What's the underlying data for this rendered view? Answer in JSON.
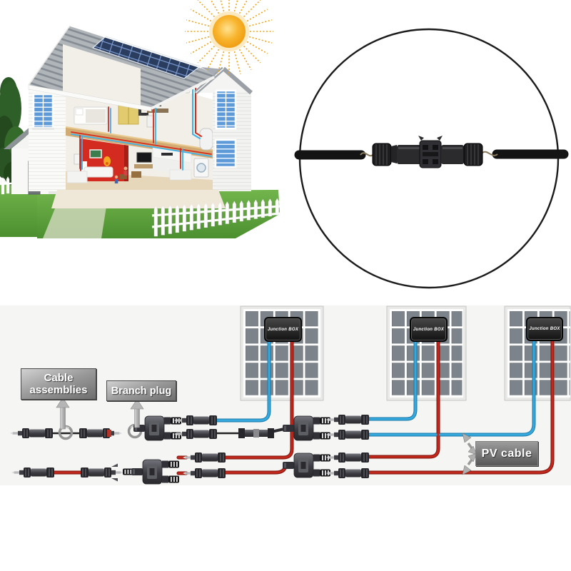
{
  "callouts": {
    "cable_assemblies": "Cable assemblies",
    "branch_plug": "Branch plug",
    "pv_cable": "PV cable"
  },
  "panels": [
    {
      "junction_box_label": "Junction BOX"
    },
    {
      "junction_box_label": "Junction BOX"
    },
    {
      "junction_box_label": "Junction BOX"
    }
  ],
  "colors": {
    "wire_positive_red": "#c1271b",
    "wire_negative_blue": "#35a8dd",
    "panel_cell_gray": "#7d838a",
    "solar_roof_blue": "#2b3d5e",
    "sun_orange": "#f2a71f",
    "grass_green": "#5da23c",
    "callout_box_gray": "#9a9a9a"
  }
}
